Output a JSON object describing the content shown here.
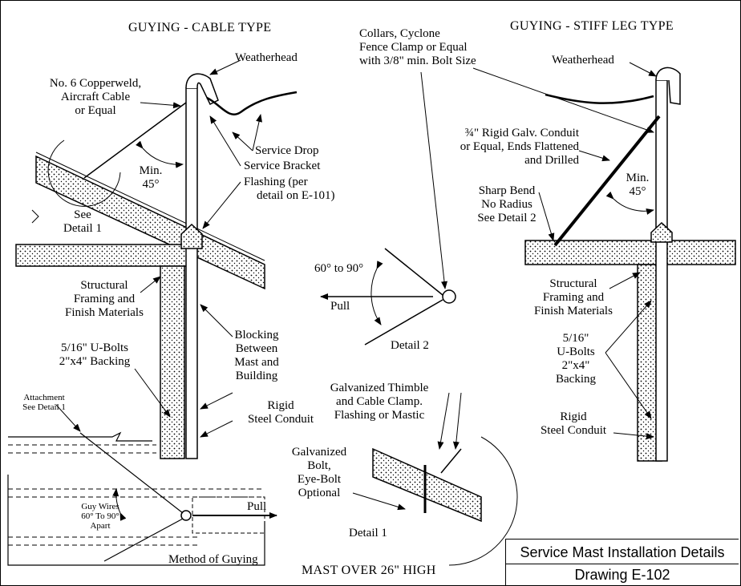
{
  "headings": {
    "cable_type": "GUYING - CABLE TYPE",
    "stiff_leg_type": "GUYING - STIFF LEG TYPE",
    "mast_over": "MAST OVER 26\" HIGH",
    "method_of_guying": "Method of Guying",
    "detail_1": "Detail 1",
    "detail_2": "Detail 2"
  },
  "cable": {
    "weatherhead": "Weatherhead",
    "copperweld": [
      "No. 6 Copperweld,",
      "Aircraft Cable",
      "or Equal"
    ],
    "min_angle": [
      "Min.",
      "45°"
    ],
    "see_detail": [
      "See",
      "Detail 1"
    ],
    "service_drop": "Service Drop",
    "service_bracket": "Service Bracket",
    "flashing": [
      "Flashing (per",
      "detail on E-101)"
    ],
    "structural": [
      "Structural",
      "Framing and",
      "Finish Materials"
    ],
    "ubolts": [
      "5/16\" U-Bolts",
      "2\"x4\" Backing"
    ],
    "blocking": [
      "Blocking",
      "Between",
      "Mast and",
      "Building"
    ],
    "rigid": [
      "Rigid",
      "Steel Conduit"
    ]
  },
  "collars": [
    "Collars, Cyclone",
    "Fence Clamp or Equal",
    "with 3/8\" min. Bolt Size"
  ],
  "detail2": {
    "angle": "60° to 90°",
    "pull": "Pull"
  },
  "stiff": {
    "weatherhead": "Weatherhead",
    "conduit": [
      "¾\" Rigid Galv. Conduit",
      "or Equal, Ends Flattened",
      "and Drilled"
    ],
    "sharp_bend": [
      "Sharp Bend",
      "No Radius",
      "See Detail 2"
    ],
    "min_angle": [
      "Min.",
      "45°"
    ],
    "structural": [
      "Structural",
      "Framing and",
      "Finish Materials"
    ],
    "ubolts": [
      "5/16\"",
      "U-Bolts",
      "2\"x4\"",
      "Backing"
    ],
    "rigid": [
      "Rigid",
      "Steel Conduit"
    ]
  },
  "method": {
    "attachment": [
      "Attachment",
      "See Detail 1"
    ],
    "guy_wires": [
      "Guy Wires",
      "60° To 90°",
      "Apart"
    ],
    "pull": "Pull"
  },
  "detail1": {
    "thimble": [
      "Galvanized Thimble",
      "and Cable Clamp.",
      "Flashing or Mastic"
    ],
    "bolt": [
      "Galvanized",
      "Bolt,",
      "Eye-Bolt",
      "Optional"
    ]
  },
  "title": {
    "name": "Service Mast Installation Details",
    "drawing": "Drawing E-102"
  }
}
